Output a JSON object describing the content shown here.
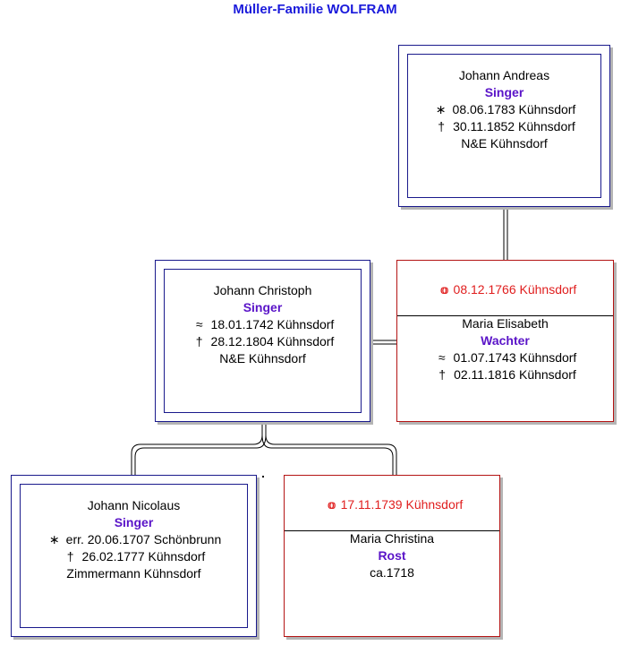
{
  "title": "Müller-Familie WOLFRAM",
  "symbols": {
    "birth": "∗",
    "baptism": "≈",
    "death": "†",
    "marriage": "oo"
  },
  "colors": {
    "title": "#1a1adb",
    "surname": "#5a14c8",
    "marriage": "#e01e1e",
    "person_border": "#1a1a8c",
    "spouse_border": "#b41414"
  },
  "person1": {
    "name": "Johann Andreas",
    "surname": "Singer",
    "birth": "08.06.1783 Kühnsdorf",
    "death": "30.11.1852 Kühnsdorf",
    "note": "N&E Kühnsdorf"
  },
  "person2": {
    "name": "Johann Christoph",
    "surname": "Singer",
    "baptism": "18.01.1742 Kühnsdorf",
    "death": "28.12.1804 Kühnsdorf",
    "note": "N&E Kühnsdorf"
  },
  "spouse2": {
    "marriage": "08.12.1766 Kühnsdorf",
    "name": "Maria Elisabeth",
    "surname": "Wachter",
    "baptism": "01.07.1743 Kühnsdorf",
    "death": "02.11.1816 Kühnsdorf"
  },
  "person3": {
    "name": "Johann Nicolaus",
    "surname": "Singer",
    "birth": "err. 20.06.1707 Schönbrunn",
    "death": "26.02.1777 Kühnsdorf",
    "note": "Zimmermann Kühnsdorf"
  },
  "spouse3": {
    "marriage": "17.11.1739 Kühnsdorf",
    "name": "Maria Christina",
    "surname": "Rost",
    "birth": "ca.1718"
  }
}
